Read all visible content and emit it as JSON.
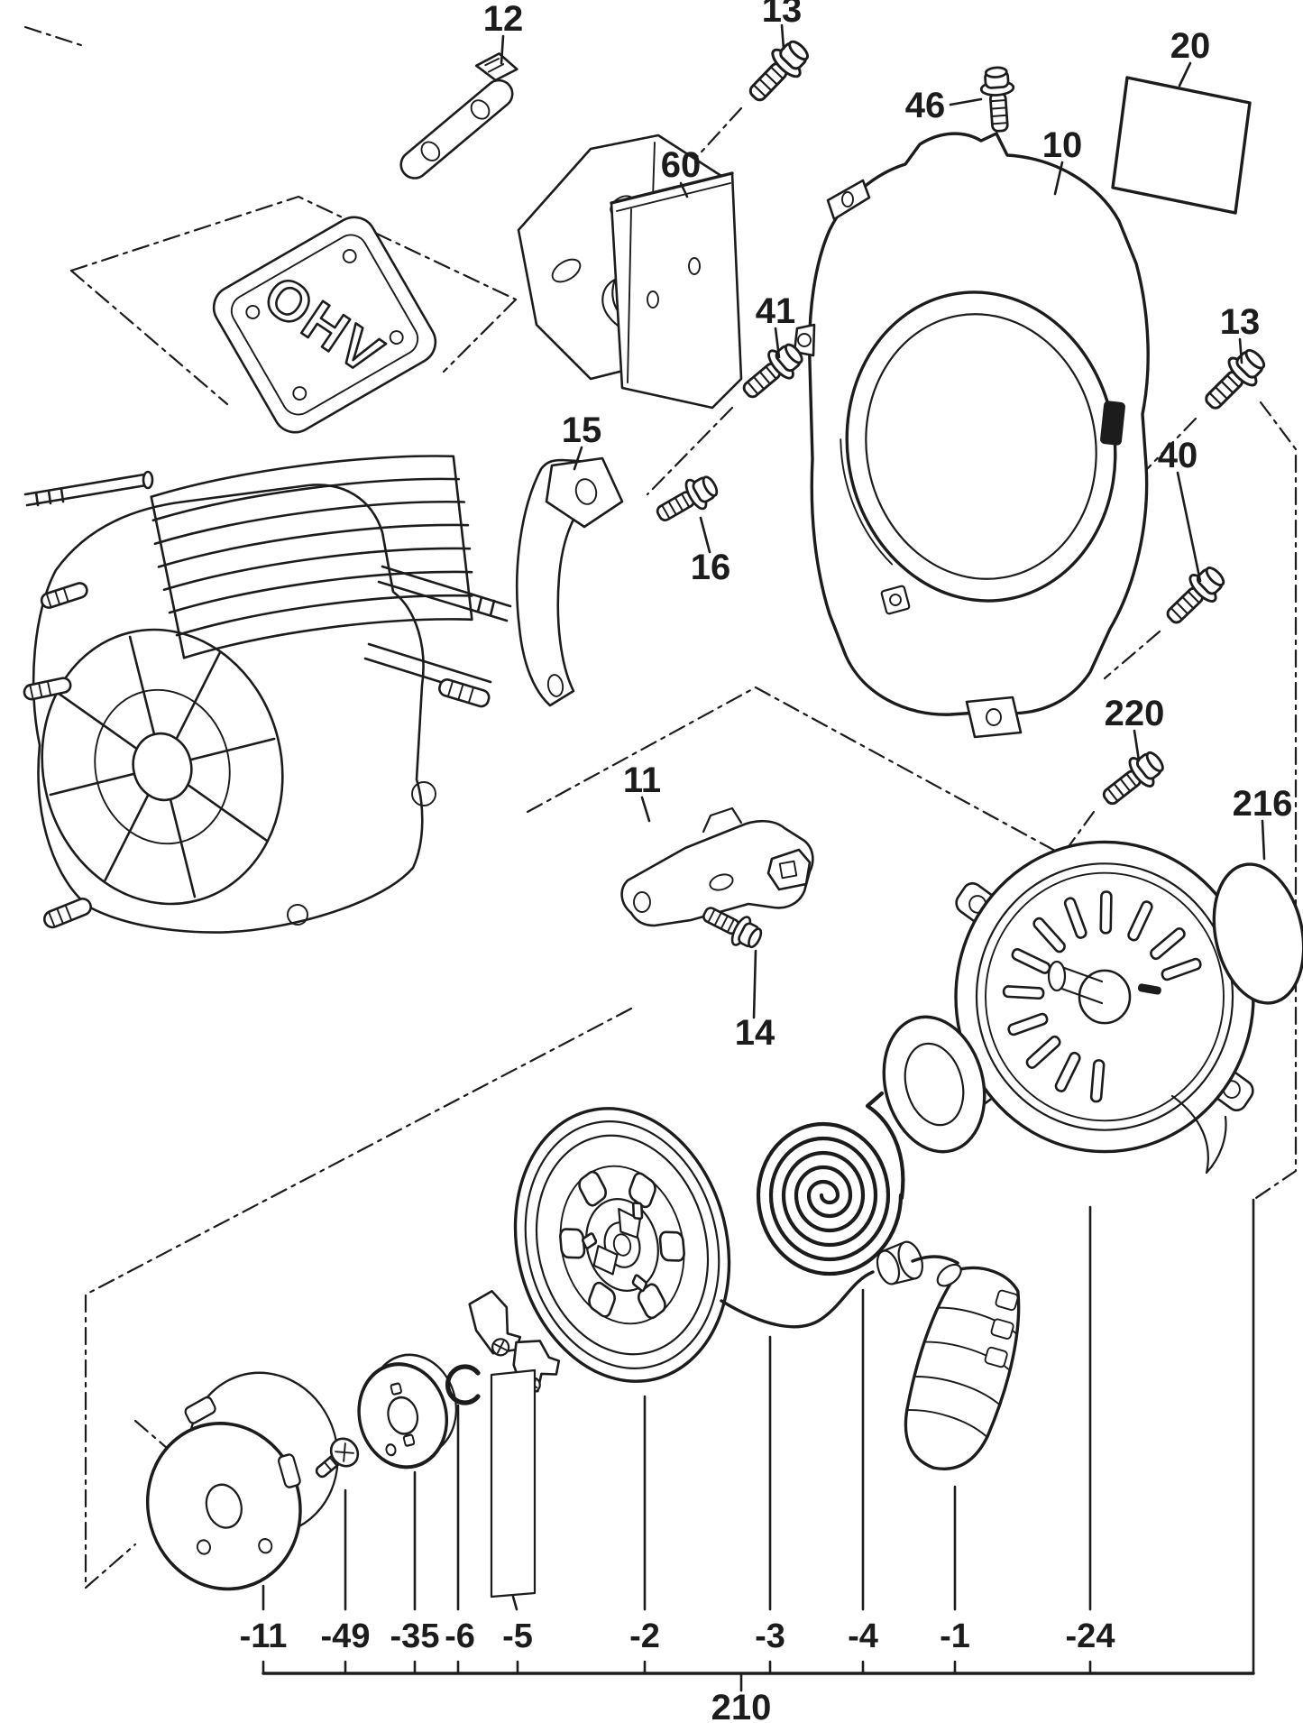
{
  "diagram": {
    "type": "exploded-parts-diagram",
    "subject": "engine fan cover and recoil starter exploded view",
    "ink_color": "#1c1c1c",
    "paper_color": "#ffffff",
    "engine_cover_text": "OHV",
    "assembly_callout": "210",
    "callouts": {
      "c12": "12",
      "c13_top": "13",
      "c46": "46",
      "c20": "20",
      "c10": "10",
      "c60": "60",
      "c41": "41",
      "c13_right": "13",
      "c15": "15",
      "c16": "16",
      "c40": "40",
      "c11": "11",
      "c14": "14",
      "c220": "220",
      "c216": "216"
    },
    "bottom_callouts": {
      "b11": "-11",
      "b49": "-49",
      "b35": "-35",
      "b6": "-6",
      "b5": "-5",
      "b2": "-2",
      "b3": "-3",
      "b4": "-4",
      "b1": "-1",
      "b24": "-24"
    }
  }
}
